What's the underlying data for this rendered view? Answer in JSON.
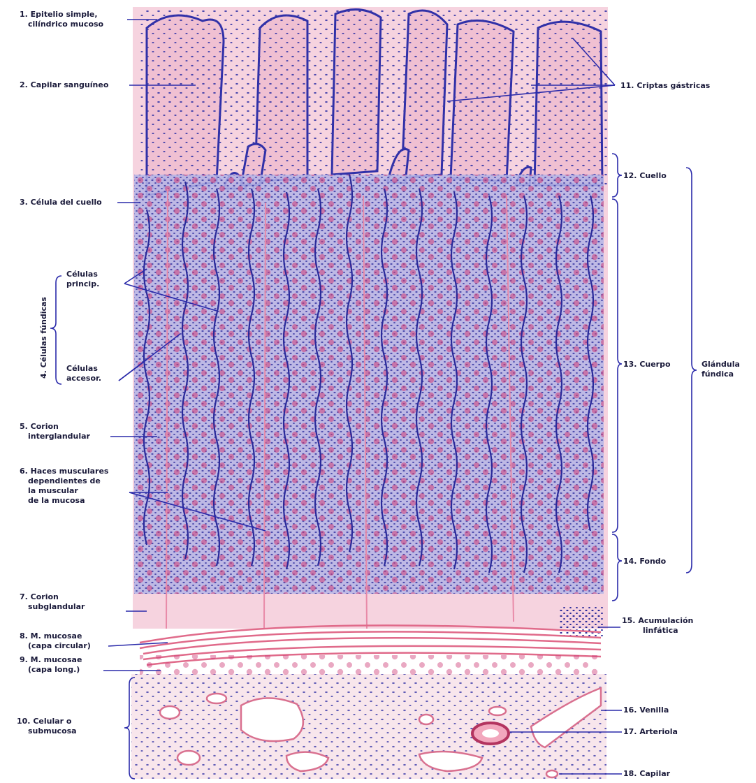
{
  "labels": {
    "l1a": "1. Epitelio simple,",
    "l1b": "cilíndrico mucoso",
    "l2": "2. Capilar sanguíneo",
    "l3": "3. Célula del cuello",
    "l4": "4. Células fúndicas",
    "l4a1": "Células",
    "l4a2": "princip.",
    "l4b1": "Células",
    "l4b2": "accesor.",
    "l5a": "5. Corion",
    "l5b": "interglandular",
    "l6a": "6. Haces musculares",
    "l6b": "dependientes de",
    "l6c": "la muscular",
    "l6d": "de la mucosa",
    "l7a": "7. Corion",
    "l7b": "subglandular",
    "l8a": "8. M. mucosae",
    "l8b": "(capa circular)",
    "l9a": "9. M. mucosae",
    "l9b": "(capa long.)",
    "l10a": "10. Celular o",
    "l10b": "submucosa",
    "l11": "11. Criptas gástricas",
    "l12": "12. Cuello",
    "l13": "13. Cuerpo",
    "l14": "14. Fondo",
    "l15a": "15. Acumulación",
    "l15b": "linfática",
    "l16": "16. Venilla",
    "l17": "17. Arteriola",
    "l18": "18. Capilar",
    "lg1": "Glándula",
    "lg2": "fúndica"
  },
  "colors": {
    "stroma": "#f3c6d6",
    "gland": "#a6a6e0",
    "nucleus": "#2a2a9a",
    "parietal": "#d2407a",
    "muscle": "#e06a8a",
    "leader": "#2a2aaa"
  }
}
